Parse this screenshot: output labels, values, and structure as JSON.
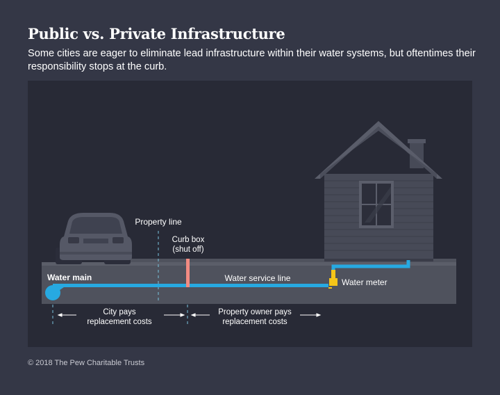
{
  "header": {
    "title": "Public vs. Private Infrastructure",
    "subtitle": "Some cities are eager to eliminate lead infrastructure within their water systems, but oftentimes their responsibility stops at the curb."
  },
  "diagram": {
    "labels": {
      "property_line": "Property line",
      "curb_box_line1": "Curb box",
      "curb_box_line2": "(shut off)",
      "water_main": "Water main",
      "water_service_line": "Water service line",
      "water_meter": "Water meter",
      "city_pays_line1": "City pays",
      "city_pays_line2": "replacement costs",
      "owner_pays_line1": "Property owner pays",
      "owner_pays_line2": "replacement costs"
    },
    "colors": {
      "pipe": "#27a9e1",
      "meter": "#f5c518",
      "curb_box": "#f28b82",
      "ground": "#50525d",
      "house": "#474a57",
      "background": "#282a36"
    },
    "icons": [
      "car-icon",
      "house-icon",
      "water-meter-icon",
      "curb-box-icon"
    ]
  },
  "footer": {
    "credit": "© 2018 The Pew Charitable Trusts"
  }
}
